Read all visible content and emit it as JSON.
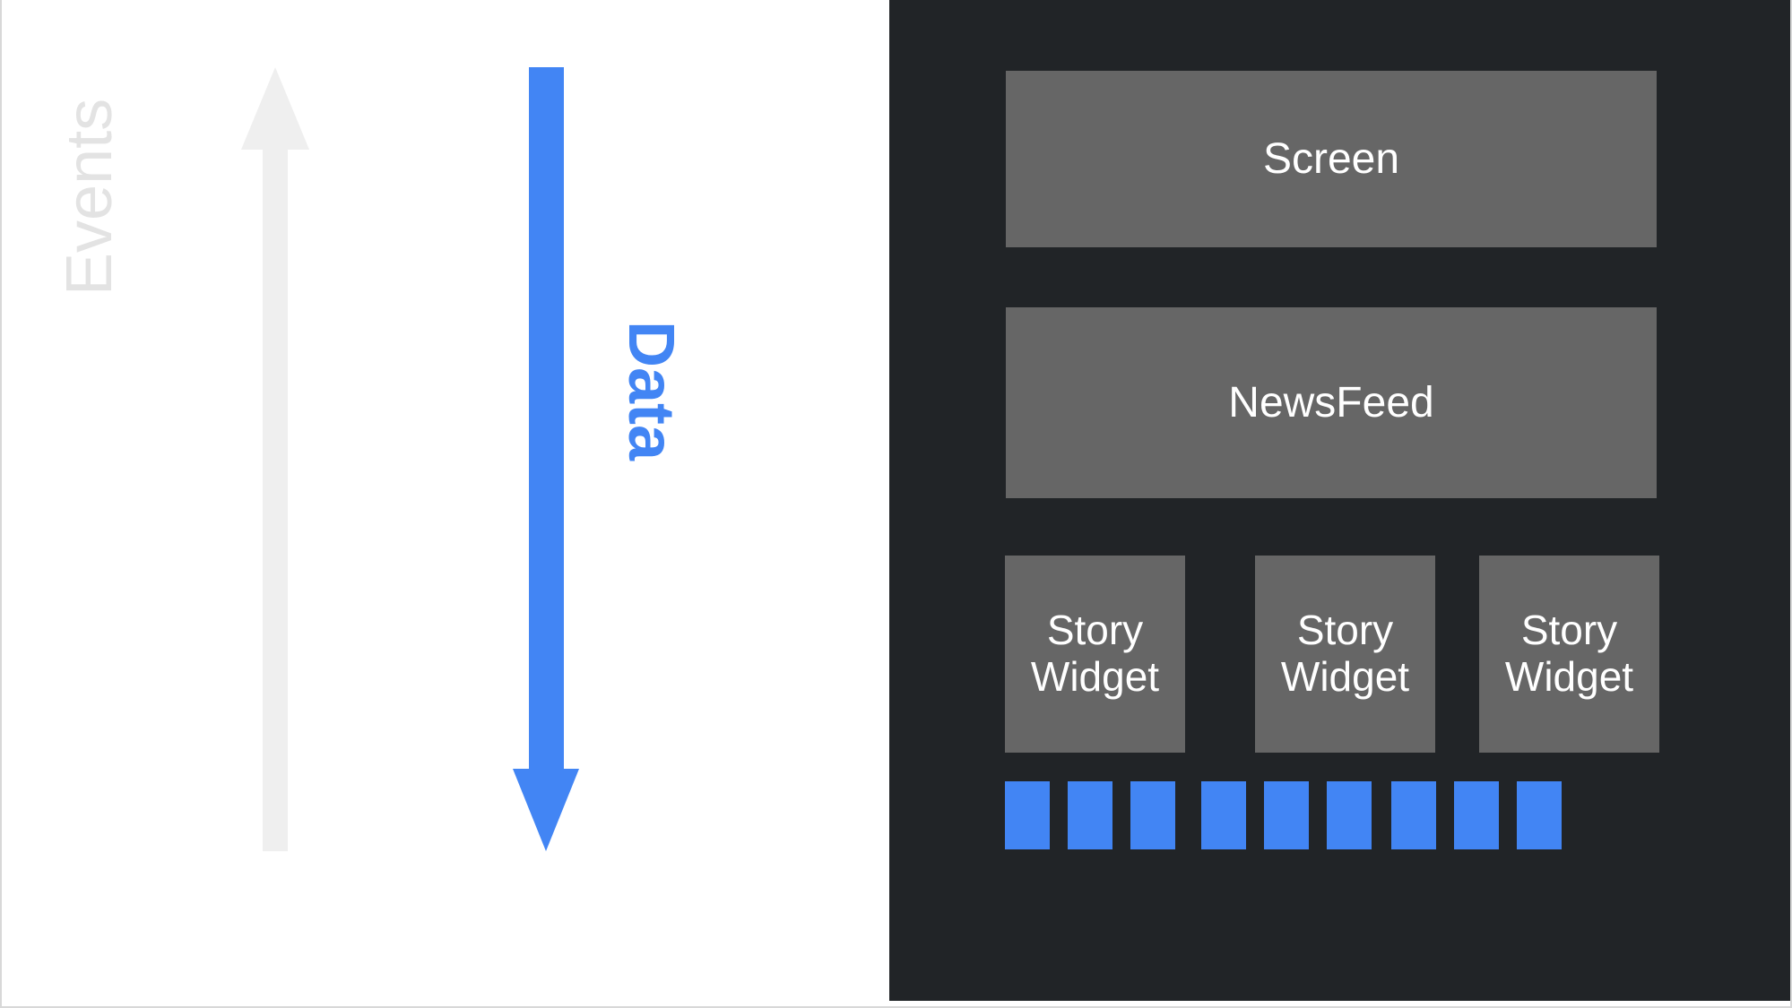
{
  "diagram": {
    "flows": [
      {
        "id": "events",
        "label": "Events",
        "direction": "up",
        "color": "#E3E3E3",
        "icon": "arrow-up-icon"
      },
      {
        "id": "data",
        "label": "Data",
        "direction": "down",
        "color": "#4285F4",
        "icon": "arrow-down-icon"
      }
    ]
  },
  "tree": {
    "background": "#212427",
    "node_color": "#666666",
    "leaf_color": "#4285F4",
    "nodes": [
      {
        "id": "screen",
        "label": "Screen"
      },
      {
        "id": "newsfeed",
        "label": "NewsFeed"
      }
    ],
    "widgets": [
      {
        "id": "story-widget-0",
        "label": "Story Widget",
        "bars": 3
      },
      {
        "id": "story-widget-1",
        "label": "Story Widget",
        "bars": 3
      },
      {
        "id": "story-widget-2",
        "label": "Story Widget",
        "bars": 3
      }
    ]
  }
}
